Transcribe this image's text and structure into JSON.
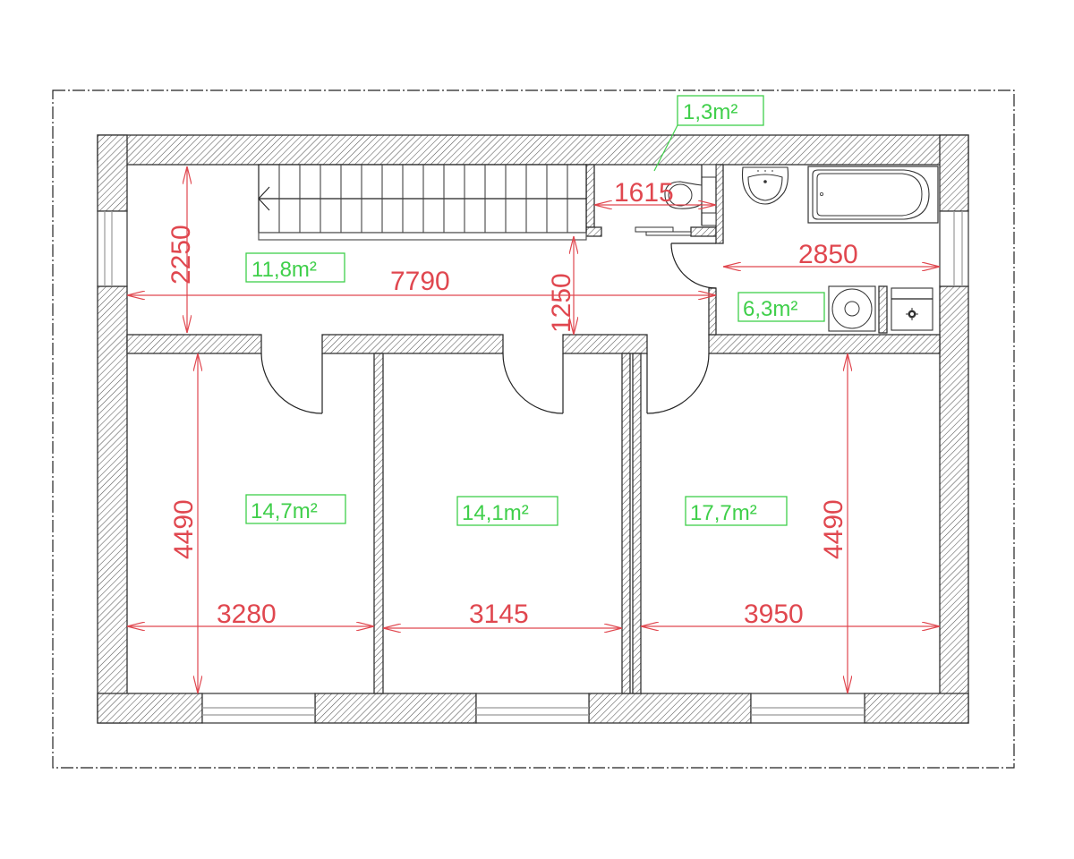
{
  "drawing": {
    "type": "floor-plan",
    "colors": {
      "dimension": "#e0474f",
      "area_label": "#3fcf4a",
      "wall_outline": "#333333",
      "boundary": "#222222"
    }
  },
  "rooms": [
    {
      "id": "hall",
      "area": "11,8m²"
    },
    {
      "id": "wc",
      "area": "1,3m²"
    },
    {
      "id": "bathroom",
      "area": "6,3m²"
    },
    {
      "id": "bedroom-left",
      "area": "14,7m²"
    },
    {
      "id": "bedroom-middle",
      "area": "14,1m²"
    },
    {
      "id": "bedroom-right",
      "area": "17,7m²"
    }
  ],
  "dimensions": {
    "hall_height": "2250",
    "hall_length": "7790",
    "corridor_width": "1250",
    "wc_width": "1615",
    "bathroom_width": "2850",
    "bedroom_left_width": "3280",
    "bedroom_middle_width": "3145",
    "bedroom_right_width": "3950",
    "bedroom_left_height": "4490",
    "bedroom_right_height": "4490"
  },
  "fixtures": [
    "staircase",
    "toilet",
    "washbasin",
    "bathtub",
    "washing-machine",
    "boiler"
  ]
}
